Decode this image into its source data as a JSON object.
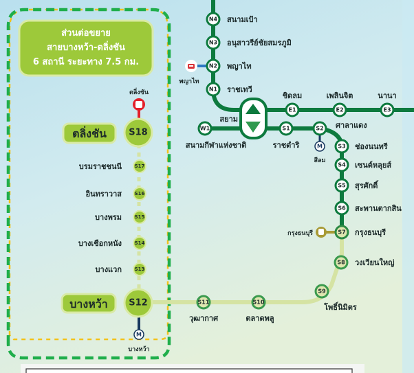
{
  "info_box": {
    "line1": "ส่วนต่อขยาย",
    "line2": "สายบางหว้า-ตลิ่งชัน",
    "line3": "6 สถานี ระยะทาง 7.5 กม."
  },
  "extension": {
    "terminal_north": {
      "code": "S18",
      "name": "ตลิ่งชัน",
      "interchange": "ตลิ่งชัน"
    },
    "stations": [
      {
        "code": "S17",
        "name": "บรมราชชนนี"
      },
      {
        "code": "S16",
        "name": "อินทราวาส"
      },
      {
        "code": "S15",
        "name": "บางพรม"
      },
      {
        "code": "S14",
        "name": "บางเชือกหนัง"
      },
      {
        "code": "S13",
        "name": "บางแวก"
      }
    ],
    "terminal_south": {
      "code": "S12",
      "name": "บางหว้า",
      "interchange": "บางหว้า"
    }
  },
  "north": [
    {
      "code": "N4",
      "name": "สนามเป้า"
    },
    {
      "code": "N3",
      "name": "อนุสาวรีย์ชัยสมรภูมิ"
    },
    {
      "code": "N2",
      "name": "พญาไท",
      "interchange": "พญาไท"
    },
    {
      "code": "N1",
      "name": "ราชเทวี"
    }
  ],
  "hub": {
    "name": "สยาม"
  },
  "east": [
    {
      "code": "E1",
      "name": "ชิดลม"
    },
    {
      "code": "E2",
      "name": "เพลินจิต"
    },
    {
      "code": "E3",
      "name": "นานา"
    }
  ],
  "west": [
    {
      "code": "W1",
      "name": "สนามกีฬาแห่งชาติ"
    }
  ],
  "south": [
    {
      "code": "S1",
      "name": "ราชดำริ"
    },
    {
      "code": "S2",
      "name": "ศาลาแดง",
      "interchange": "สีลม"
    },
    {
      "code": "S3",
      "name": "ช่องนนทรี"
    },
    {
      "code": "S4",
      "name": "เซนต์หลุยส์"
    },
    {
      "code": "S5",
      "name": "สุรศักดิ์"
    },
    {
      "code": "S6",
      "name": "สะพานตากสิน"
    },
    {
      "code": "S7",
      "name": "กรุงธนบุรี",
      "interchange": "กรุงธนบุรี"
    },
    {
      "code": "S8",
      "name": "วงเวียนใหญ่"
    },
    {
      "code": "S9",
      "name": "โพธิ์นิมิตร"
    },
    {
      "code": "S10",
      "name": "ตลาดพลู"
    },
    {
      "code": "S11",
      "name": "วุฒากาศ"
    }
  ],
  "colors": {
    "dark_green": "#0d7a3e",
    "light_green": "#9dc93a",
    "pale_line": "#d5e3a3",
    "dash_green": "#1fae4b",
    "dash_yellow": "#f3c21b",
    "red": "#e3202a",
    "mrt_blue": "#17375e",
    "gold": "#a89a36"
  }
}
